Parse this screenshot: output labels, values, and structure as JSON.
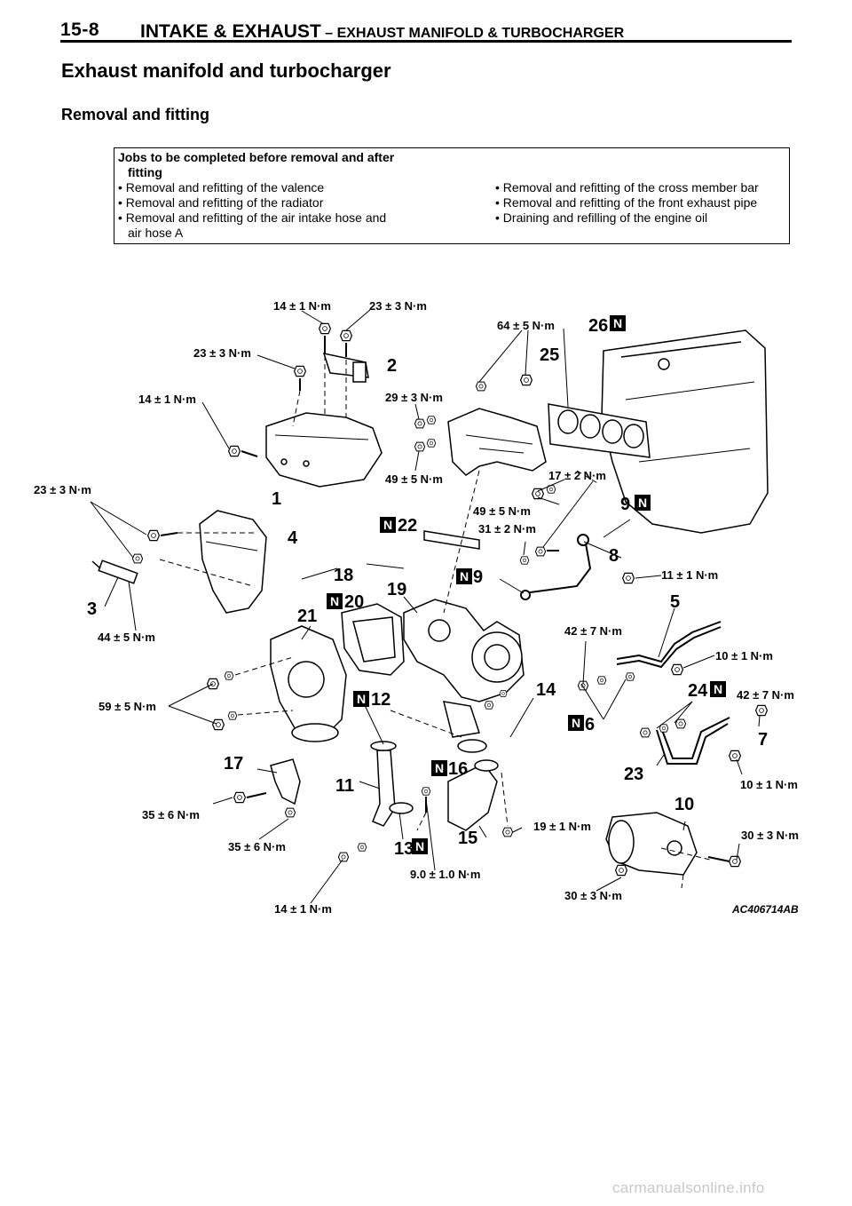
{
  "header": {
    "page_number": "15-8",
    "title_main": "INTAKE & EXHAUST",
    "title_sep": " – ",
    "title_sub": "EXHAUST MANIFOLD & TURBOCHARGER"
  },
  "section_title": "Exhaust manifold and turbocharger",
  "sub_title": "Removal and fitting",
  "jobs_box": {
    "heading_line1": "Jobs to be completed before removal and after",
    "heading_line2": "fitting",
    "left_items": [
      {
        "line1": "• Removal and refitting of the valence",
        "line2": ""
      },
      {
        "line1": "• Removal and refitting of the radiator",
        "line2": ""
      },
      {
        "line1": "• Removal and refitting of the air intake hose and",
        "line2": "air hose A"
      }
    ],
    "right_items": [
      "• Removal and refitting of the cross member bar",
      "• Removal and refitting of the front exhaust pipe",
      "• Draining and refilling of the engine oil"
    ]
  },
  "figure": {
    "new_part_symbol": "N",
    "code": "AC406714AB",
    "torques": {
      "t14_top": "14 ± 1 N·m",
      "t23_top": "23 ± 3 N·m",
      "t23_left": "23 ± 3 N·m",
      "t14_left": "14 ± 1 N·m",
      "t64": "64 ± 5 N·m",
      "t29": "29 ± 3 N·m",
      "t49a": "49 ± 5 N·m",
      "t17": "17 ± 2 N·m",
      "t49b": "49 ± 5 N·m",
      "t23_far": "23 ± 3 N·m",
      "t31": "31 ± 2 N·m",
      "t11": "11 ± 1 N·m",
      "t44": "44 ± 5 N·m",
      "t42a": "42 ± 7 N·m",
      "t10a": "10 ± 1 N·m",
      "t59": "59 ± 5 N·m",
      "t42b": "42 ± 7 N·m",
      "t10b": "10 ± 1 N·m",
      "t35a": "35 ± 6 N·m",
      "t35b": "35 ± 6 N·m",
      "t19": "19 ± 1 N·m",
      "t30a": "30 ± 3 N·m",
      "t90": "9.0 ± 1.0 N·m",
      "t30b": "30 ± 3 N·m",
      "t14_bottom": "14 ± 1 N·m"
    },
    "parts": {
      "p1": "1",
      "p2": "2",
      "p3": "3",
      "p4": "4",
      "p5": "5",
      "p6": "6",
      "p7": "7",
      "p8": "8",
      "p9a": "9",
      "p9b": "9",
      "p10": "10",
      "p11": "11",
      "p12": "12",
      "p13": "13",
      "p14": "14",
      "p15": "15",
      "p16": "16",
      "p17": "17",
      "p18": "18",
      "p19": "19",
      "p20": "20",
      "p21": "21",
      "p22": "22",
      "p23": "23",
      "p24": "24",
      "p25": "25",
      "p26": "26"
    }
  },
  "watermark": "carmanualsonline.info"
}
